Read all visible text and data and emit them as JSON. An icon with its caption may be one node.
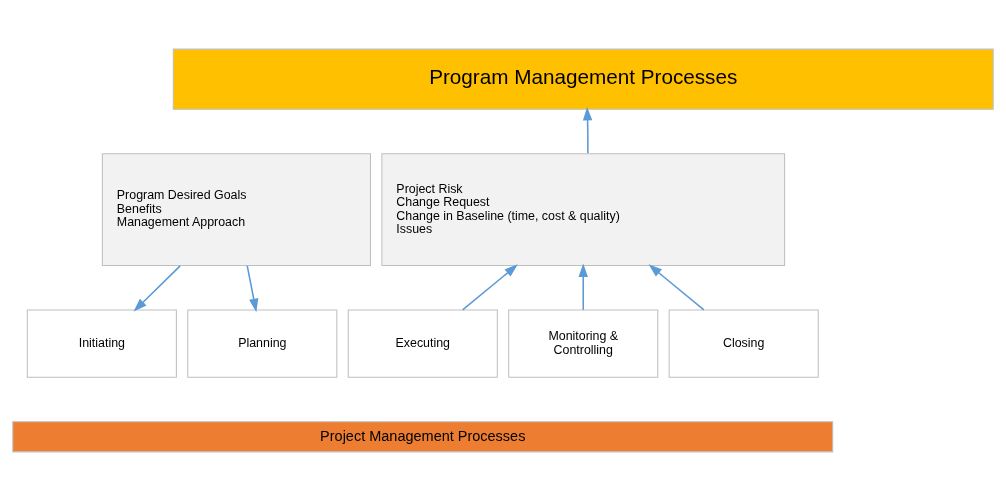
{
  "diagram": {
    "nodes": [
      {
        "text": [
          "Program Management Processes"
        ]
      },
      {
        "text": [
          "Program Desired Goals",
          "Benefits",
          "Management Approach"
        ]
      },
      {
        "text": [
          "Project Risk",
          "Change Request",
          "Change in Baseline (time, cost & quality)",
          "Issues"
        ]
      },
      {
        "text": [
          "Initiating"
        ]
      },
      {
        "text": [
          "Planning"
        ]
      },
      {
        "text": [
          "Executing"
        ]
      },
      {
        "text": [
          "Monitoring & Controlling"
        ]
      },
      {
        "text": [
          "Closing"
        ]
      },
      {
        "text": [
          "Project Management Processes"
        ]
      }
    ],
    "edges": [
      {
        "from": 1,
        "to": 3,
        "arrow": "to"
      },
      {
        "from": 1,
        "to": 4,
        "arrow": "to"
      },
      {
        "from": 5,
        "to": 2,
        "arrow": "to"
      },
      {
        "from": 6,
        "to": 2,
        "arrow": "to"
      },
      {
        "from": 7,
        "to": 2,
        "arrow": "to"
      },
      {
        "from": 2,
        "to": 0,
        "arrow": "to"
      }
    ]
  }
}
